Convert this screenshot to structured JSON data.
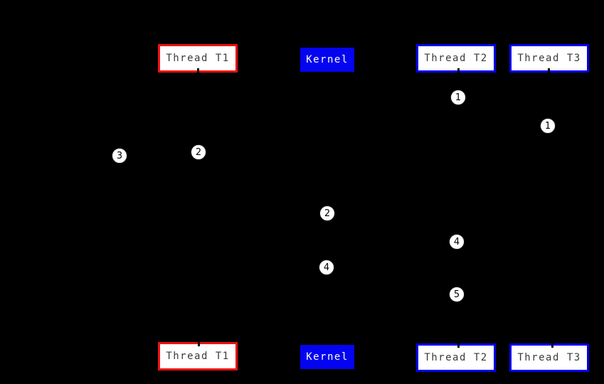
{
  "colors": {
    "background": "#000000",
    "thread_t1_border": "#ee1111",
    "thread_t2_t3_border": "#0000ee",
    "kernel_fill": "#0404f0",
    "box_fill": "#ffffff",
    "thread_label_text": "#3a3a3a",
    "kernel_label_text": "#ffffff",
    "step_marker_fill": "#ffffff",
    "step_marker_text": "#000000"
  },
  "nodes": {
    "top": [
      {
        "label": "Thread T1"
      },
      {
        "label": "Kernel"
      },
      {
        "label": "Thread T2"
      },
      {
        "label": "Thread T3"
      }
    ],
    "bottom": [
      {
        "label": "Thread T1"
      },
      {
        "label": "Kernel"
      },
      {
        "label": "Thread T2"
      },
      {
        "label": "Thread T3"
      }
    ]
  },
  "steps": [
    {
      "label": "1"
    },
    {
      "label": "1"
    },
    {
      "label": "2"
    },
    {
      "label": "3"
    },
    {
      "label": "2"
    },
    {
      "label": "4"
    },
    {
      "label": "4"
    },
    {
      "label": "5"
    }
  ]
}
